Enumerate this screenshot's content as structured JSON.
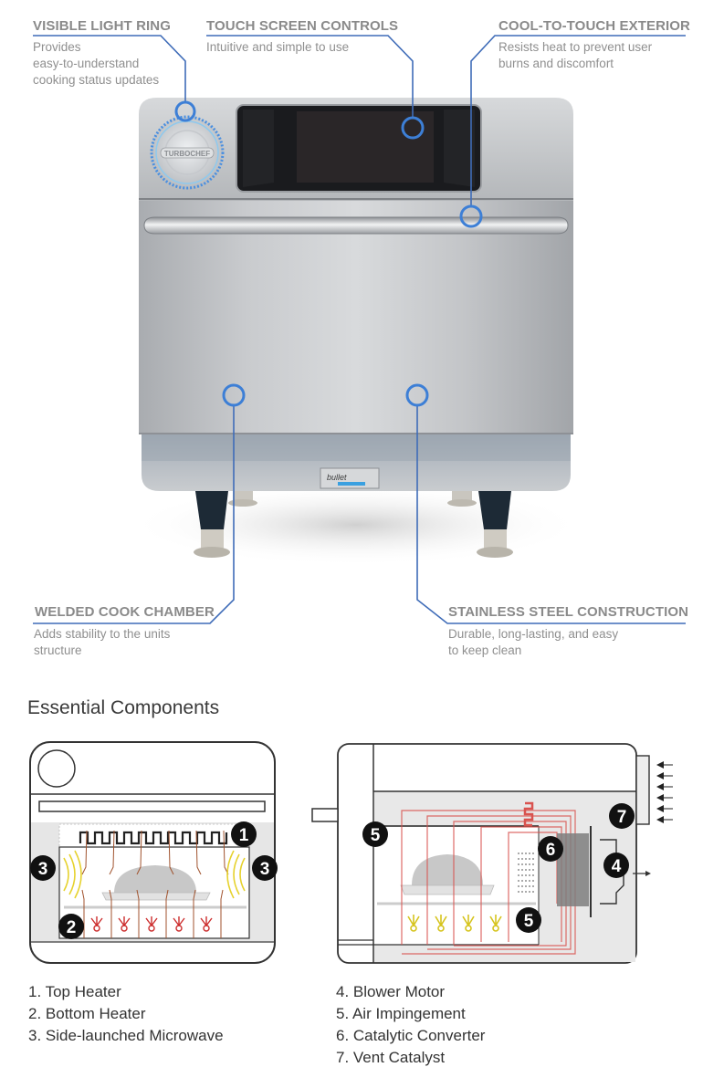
{
  "callouts": {
    "light_ring": {
      "title": "VISIBLE LIGHT RING",
      "desc_lines": [
        "Provides",
        "easy-to-understand",
        "cooking status updates"
      ]
    },
    "touch_screen": {
      "title": "TOUCH SCREEN CONTROLS",
      "desc_lines": [
        "Intuitive and simple to use"
      ]
    },
    "cool_touch": {
      "title": "COOL-TO-TOUCH EXTERIOR",
      "desc_lines": [
        "Resists heat to prevent user",
        "burns and discomfort"
      ]
    },
    "welded_chamber": {
      "title": "WELDED COOK CHAMBER",
      "desc_lines": [
        "Adds stability to the units",
        "structure"
      ]
    },
    "stainless": {
      "title": "STAINLESS STEEL CONSTRUCTION",
      "desc_lines": [
        "Durable, long-lasting, and easy",
        "to keep clean"
      ]
    }
  },
  "oven": {
    "brand_badge": "TURBOCHEF",
    "model_badge": "bullet"
  },
  "components": {
    "title": "Essential Components",
    "left_list": [
      "1. Top Heater",
      "2. Bottom Heater",
      "3. Side-launched Microwave"
    ],
    "right_list": [
      "4. Blower Motor",
      "5. Air Impingement",
      "6. Catalytic Converter",
      "7. Vent Catalyst"
    ],
    "markers_left": [
      "1",
      "2",
      "3",
      "3"
    ],
    "markers_right": [
      "5",
      "6",
      "7",
      "4",
      "5"
    ]
  },
  "colors": {
    "callout_line": "#3f6cb8",
    "heat_red": "#d9534f",
    "microwave_yellow": "#e6d22e",
    "ring_blue": "#3d8de0"
  }
}
